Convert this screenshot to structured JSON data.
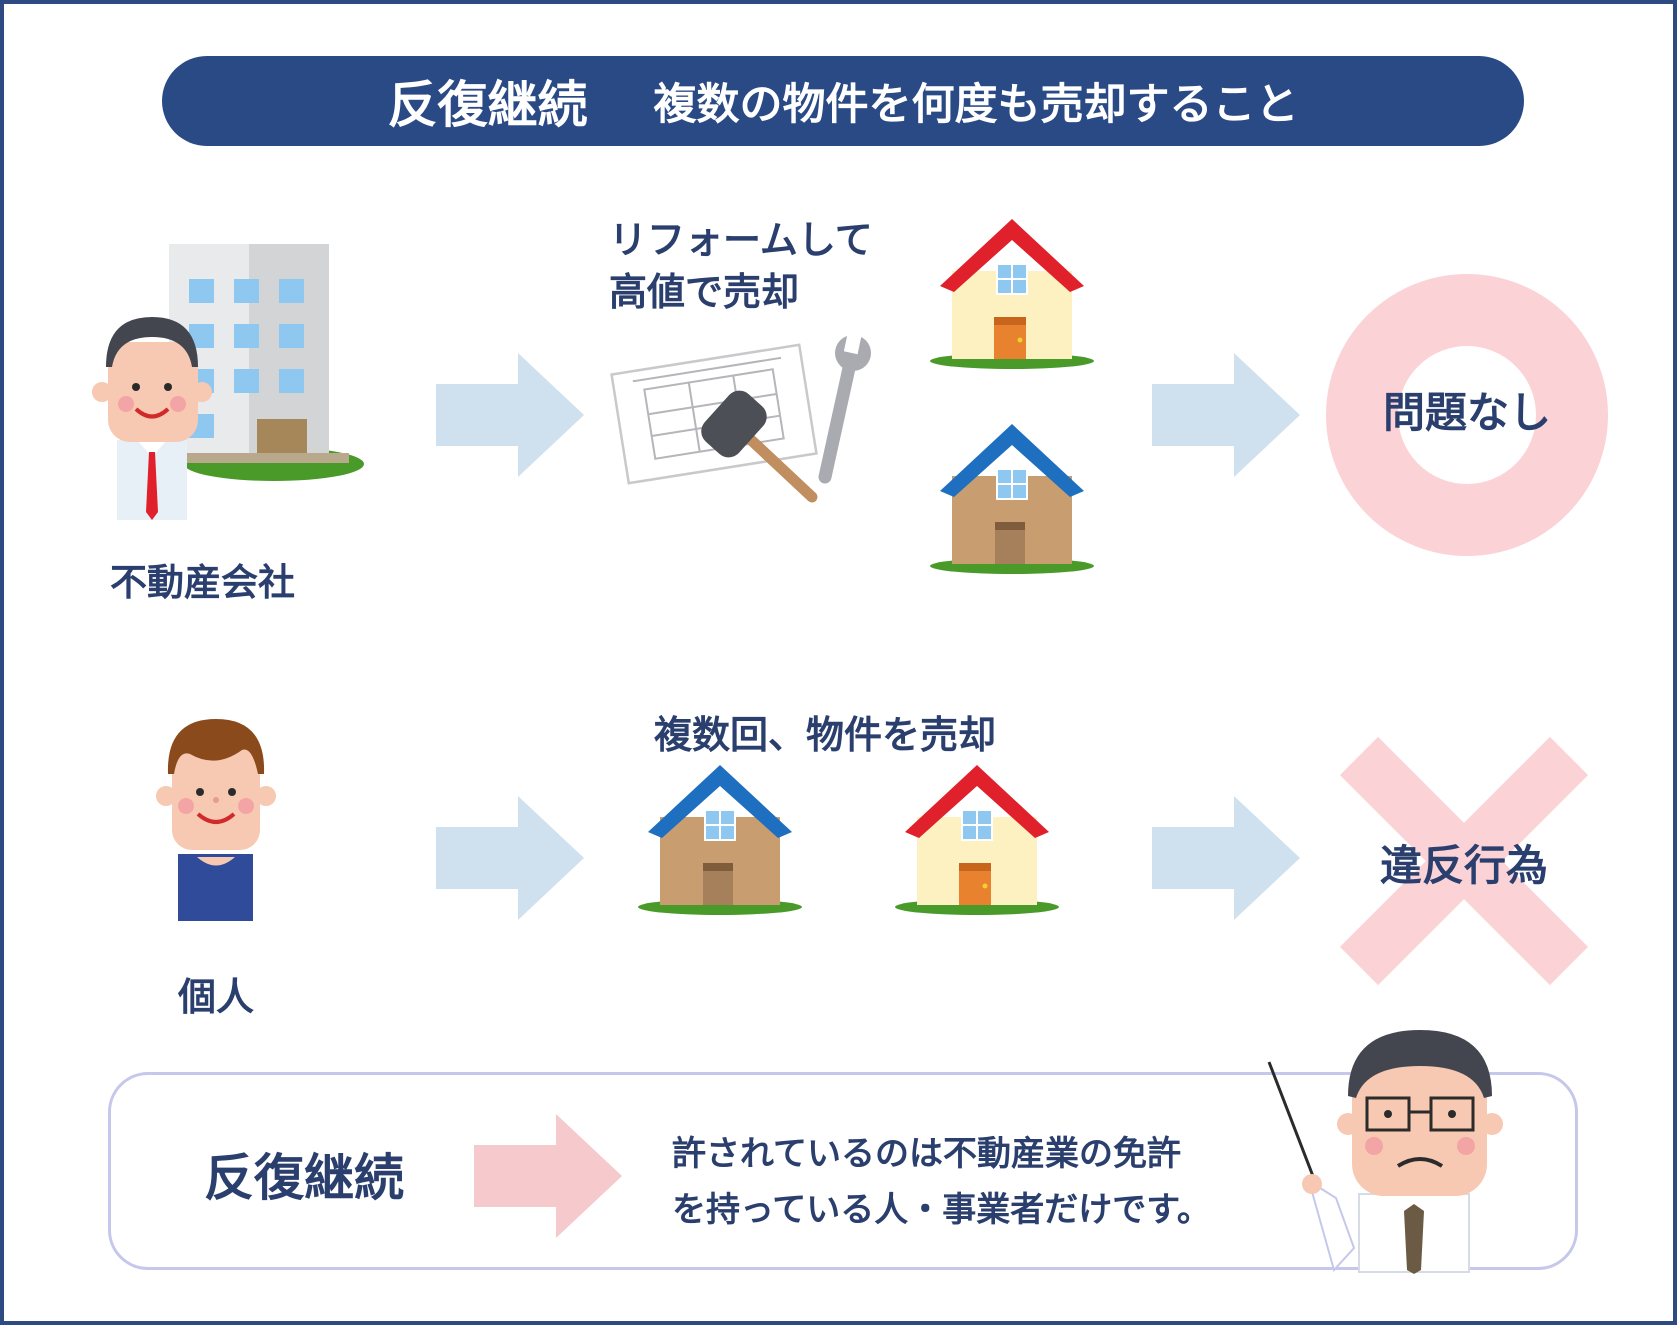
{
  "banner": {
    "term": "反復継続",
    "definition": "複数の物件を何度も売却すること"
  },
  "row1": {
    "actor_label": "不動産会社",
    "action_label_line1": "リフォームして",
    "action_label_line2": "高値で売却",
    "result_label": "問題なし"
  },
  "row2": {
    "actor_label": "個人",
    "action_label": "複数回、物件を売却",
    "result_label": "違反行為"
  },
  "summary": {
    "term": "反復継続",
    "text_line1": "許されているのは不動産業の免許",
    "text_line2": "を持っている人・事業者だけです。"
  },
  "colors": {
    "navy": "#2a4a85",
    "arrow_blue": "#cfe1ee",
    "arrow_pink": "#f6c9cc",
    "ok_circle": "#fbd3d6",
    "ng_cross": "#fbd3d6",
    "roof_red": "#e0202a",
    "roof_blue": "#1f6fc0"
  }
}
